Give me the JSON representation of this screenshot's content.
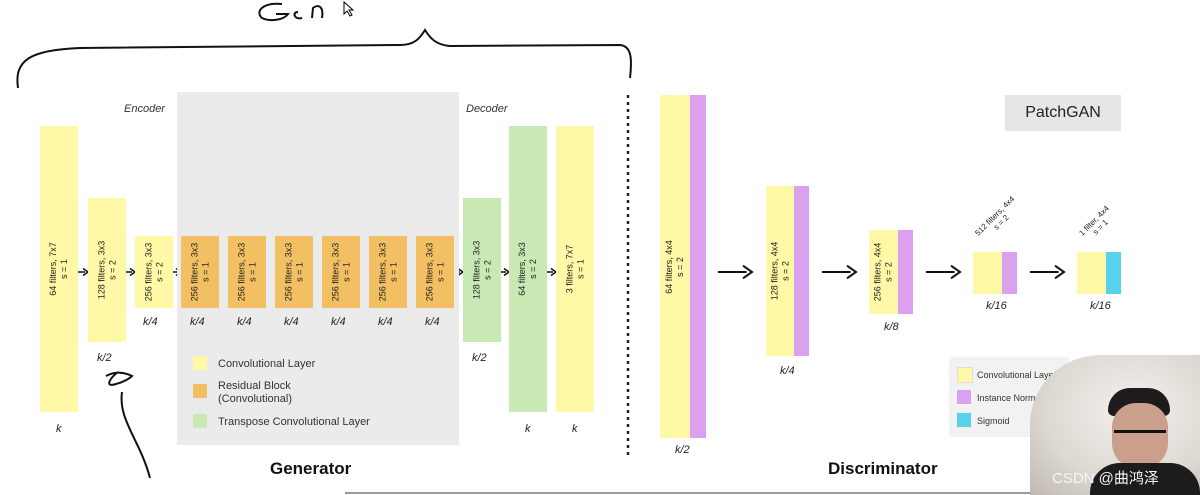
{
  "annotation": {
    "handwriting": "Gen"
  },
  "generator": {
    "section_encoder": "Encoder",
    "section_decoder": "Decoder",
    "title": "Generator",
    "blocks": [
      {
        "line1": "64 filters, 7x7",
        "line2": "s = 1",
        "size": "k"
      },
      {
        "line1": "128 filters, 3x3",
        "line2": "s = 2",
        "size": "k/2"
      },
      {
        "line1": "256 filters, 3x3",
        "line2": "s = 2",
        "size": "k/4"
      },
      {
        "line1": "256 filters, 3x3",
        "line2": "s = 1",
        "size": "k/4"
      },
      {
        "line1": "256 filters, 3x3",
        "line2": "s = 1",
        "size": "k/4"
      },
      {
        "line1": "256 filters, 3x3",
        "line2": "s = 1",
        "size": "k/4"
      },
      {
        "line1": "256 filters, 3x3",
        "line2": "s = 1",
        "size": "k/4"
      },
      {
        "line1": "256 filters, 3x3",
        "line2": "s = 1",
        "size": "k/4"
      },
      {
        "line1": "256 filters, 3x3",
        "line2": "s = 1",
        "size": "k/4"
      },
      {
        "line1": "128 filters, 3x3",
        "line2": "s = 2",
        "size": "k/2"
      },
      {
        "line1": "64 filters, 3x3",
        "line2": "s = 2",
        "size": "k"
      },
      {
        "line1": "3 filters, 7x7",
        "line2": "s = 1",
        "size": "k"
      }
    ],
    "legend": {
      "conv": "Convolutional Layer",
      "res_line1": "Residual Block",
      "res_line2": "(Convolutional)",
      "transpose": "Transpose Convolutional Layer"
    }
  },
  "discriminator": {
    "title": "Discriminator",
    "badge": "PatchGAN",
    "blocks": [
      {
        "line1": "64 filters, 4x4",
        "line2": "s = 2",
        "size": "k/2"
      },
      {
        "line1": "128 filters, 4x4",
        "line2": "s = 2",
        "size": "k/4"
      },
      {
        "line1": "256 filters, 4x4",
        "line2": "s = 2",
        "size": "k/8"
      },
      {
        "line1": "512 filters, 4x4",
        "line2": "s = 2",
        "size": "k/16"
      },
      {
        "line1": "1 filter, 4x4",
        "line2": "s = 1",
        "size": "k/16"
      }
    ],
    "legend": {
      "conv": "Convolutional Layer",
      "norm": "Instance Normalization",
      "sigmoid": "Sigmoid"
    }
  },
  "watermark": "CSDN @曲鸿泽",
  "colors": {
    "conv": "#fff8a6",
    "residual": "#f2c063",
    "transpose": "#c9e9b4",
    "instance_norm": "#dca0f0",
    "sigmoid": "#57d2ea",
    "panel": "#ebebeb"
  }
}
